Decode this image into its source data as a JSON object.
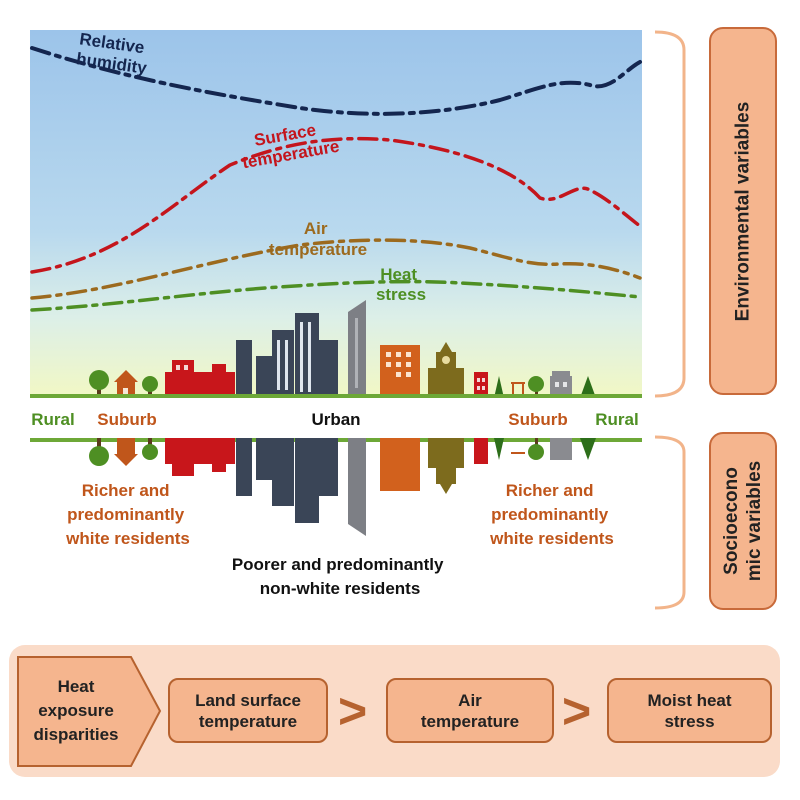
{
  "labels": {
    "relative_humidity": [
      "Relative",
      "humidity"
    ],
    "surface_temperature": [
      "Surface",
      "temperature"
    ],
    "air_temperature": [
      "Air",
      "temperature"
    ],
    "heat_stress": [
      "Heat",
      "stress"
    ],
    "rural_left": "Rural",
    "suburb_left": "Suburb",
    "urban": "Urban",
    "suburb_right": "Suburb",
    "rural_right": "Rural",
    "richer_left": [
      "Richer and",
      "predominantly",
      "white residents"
    ],
    "richer_right": [
      "Richer and",
      "predominantly",
      "white residents"
    ],
    "poorer": [
      "Poorer and predominantly",
      "non-white residents"
    ]
  },
  "side_boxes": {
    "environmental": "Environmental variables",
    "socioeconomic": [
      "Socioecono",
      "mic variables"
    ]
  },
  "flow": {
    "start": [
      "Heat",
      "exposure",
      "disparities"
    ],
    "step1": [
      "Land surface",
      "temperature"
    ],
    "step2": [
      "Air",
      "temperature"
    ],
    "step3": [
      "Moist heat",
      "stress"
    ],
    "separator": ">"
  },
  "colors": {
    "humidity": "#14264f",
    "surface_temperature": "#c4151c",
    "air_temperature": "#9c6a1e",
    "heat_stress": "#4e8f23",
    "rural_text": "#4e8f23",
    "suburb_text": "#c0561b",
    "residents_text": "#c0561b",
    "box_fill": "#f5b58e",
    "box_border": "#b6622f"
  }
}
